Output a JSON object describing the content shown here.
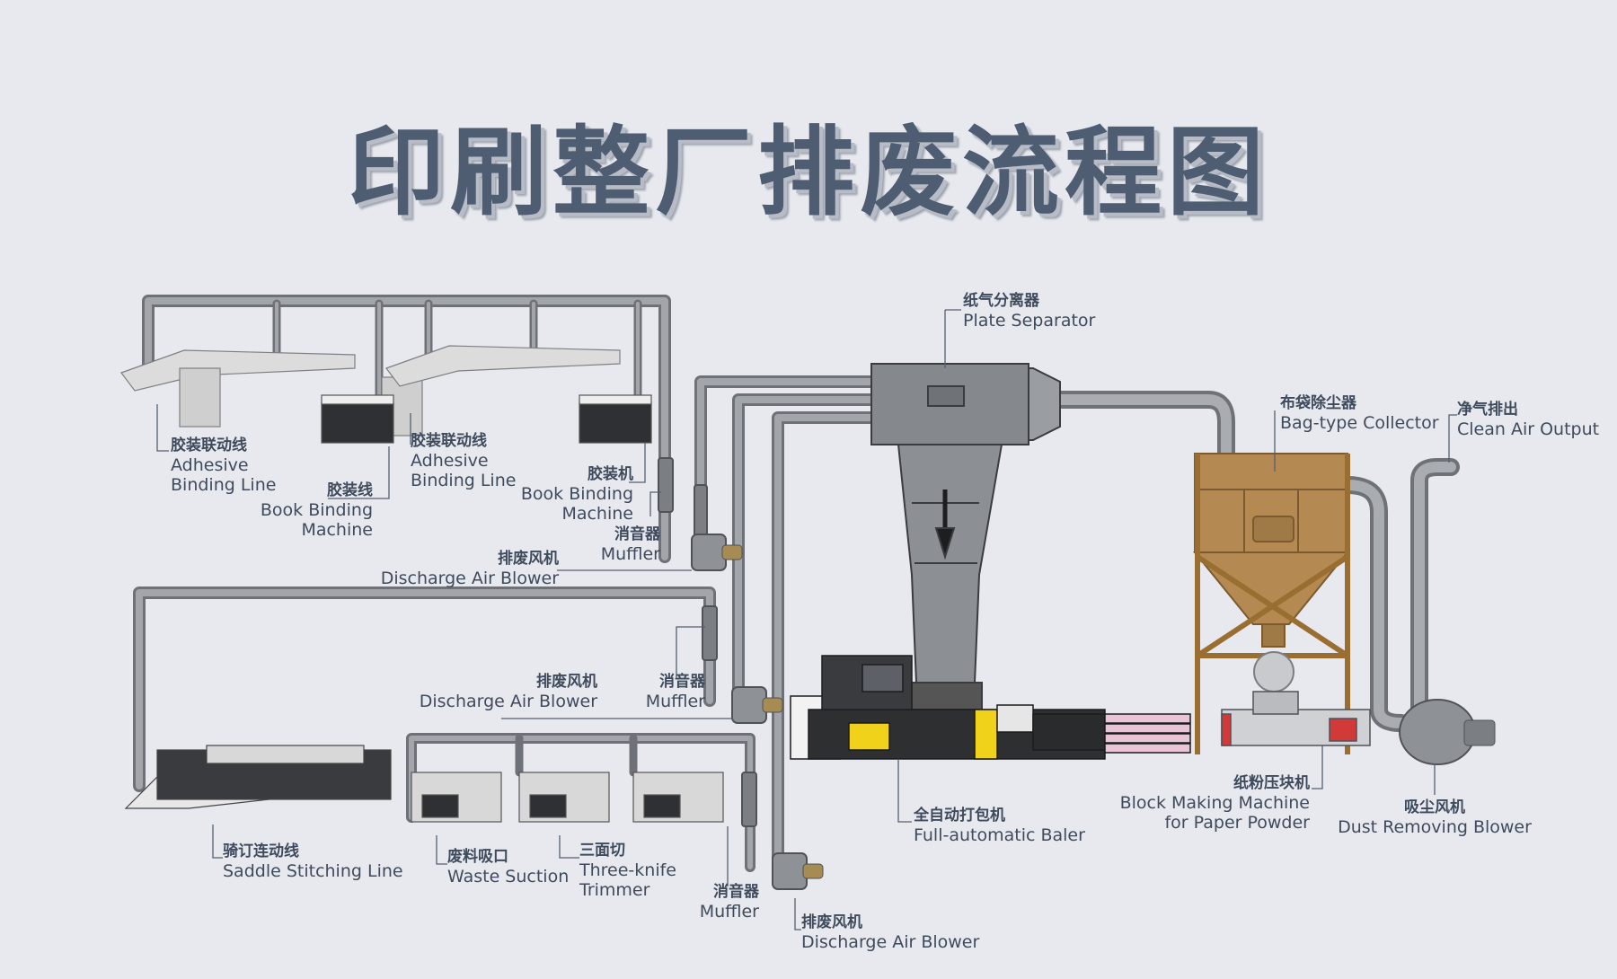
{
  "title": "印刷整厂排废流程图",
  "labels": {
    "adhesive_line_1": {
      "zh": "胶装联动线",
      "en1": "Adhesive",
      "en2": "Binding Line"
    },
    "book_binding_1": {
      "zh": "胶装线",
      "en1": "Book Binding",
      "en2": "Machine"
    },
    "adhesive_line_2": {
      "zh": "胶装联动线",
      "en1": "Adhesive",
      "en2": "Binding Line"
    },
    "book_binding_2": {
      "zh": "胶装机",
      "en1": "Book Binding",
      "en2": "Machine"
    },
    "muffler_1": {
      "zh": "消音器",
      "en": "Muffler"
    },
    "blower_1": {
      "zh": "排废风机",
      "en": "Discharge Air Blower"
    },
    "plate_separator": {
      "zh": "纸气分离器",
      "en": "Plate Separator"
    },
    "bag_collector": {
      "zh": "布袋除尘器",
      "en": "Bag-type Collector"
    },
    "clean_air": {
      "zh": "净气排出",
      "en": "Clean Air Output"
    },
    "blower_2": {
      "zh": "排废风机",
      "en": "Discharge Air Blower"
    },
    "muffler_2": {
      "zh": "消音器",
      "en": "Muffler"
    },
    "baler": {
      "zh": "全自动打包机",
      "en": "Full-automatic Baler"
    },
    "block_machine": {
      "zh": "纸粉压块机",
      "en1": "Block Making Machine",
      "en2": "for Paper Powder"
    },
    "dust_blower": {
      "zh": "吸尘风机",
      "en": "Dust Removing Blower"
    },
    "saddle": {
      "zh": "骑订连动线",
      "en": "Saddle Stitching Line"
    },
    "waste_suction": {
      "zh": "废料吸口",
      "en": "Waste Suction"
    },
    "trimmer": {
      "zh": "三面切",
      "en1": "Three-knife",
      "en2": "Trimmer"
    },
    "muffler_3": {
      "zh": "消音器",
      "en": "Muffler"
    },
    "blower_3": {
      "zh": "排废风机",
      "en": "Discharge Air Blower"
    }
  },
  "colors": {
    "background": "#e7e9ee",
    "title": "#4f5d73",
    "pipe": "#8a8d92",
    "separator": "#7d8086",
    "collector": "#b48a52",
    "baler": "#2e2f31",
    "accent_yellow": "#f0d21a"
  }
}
